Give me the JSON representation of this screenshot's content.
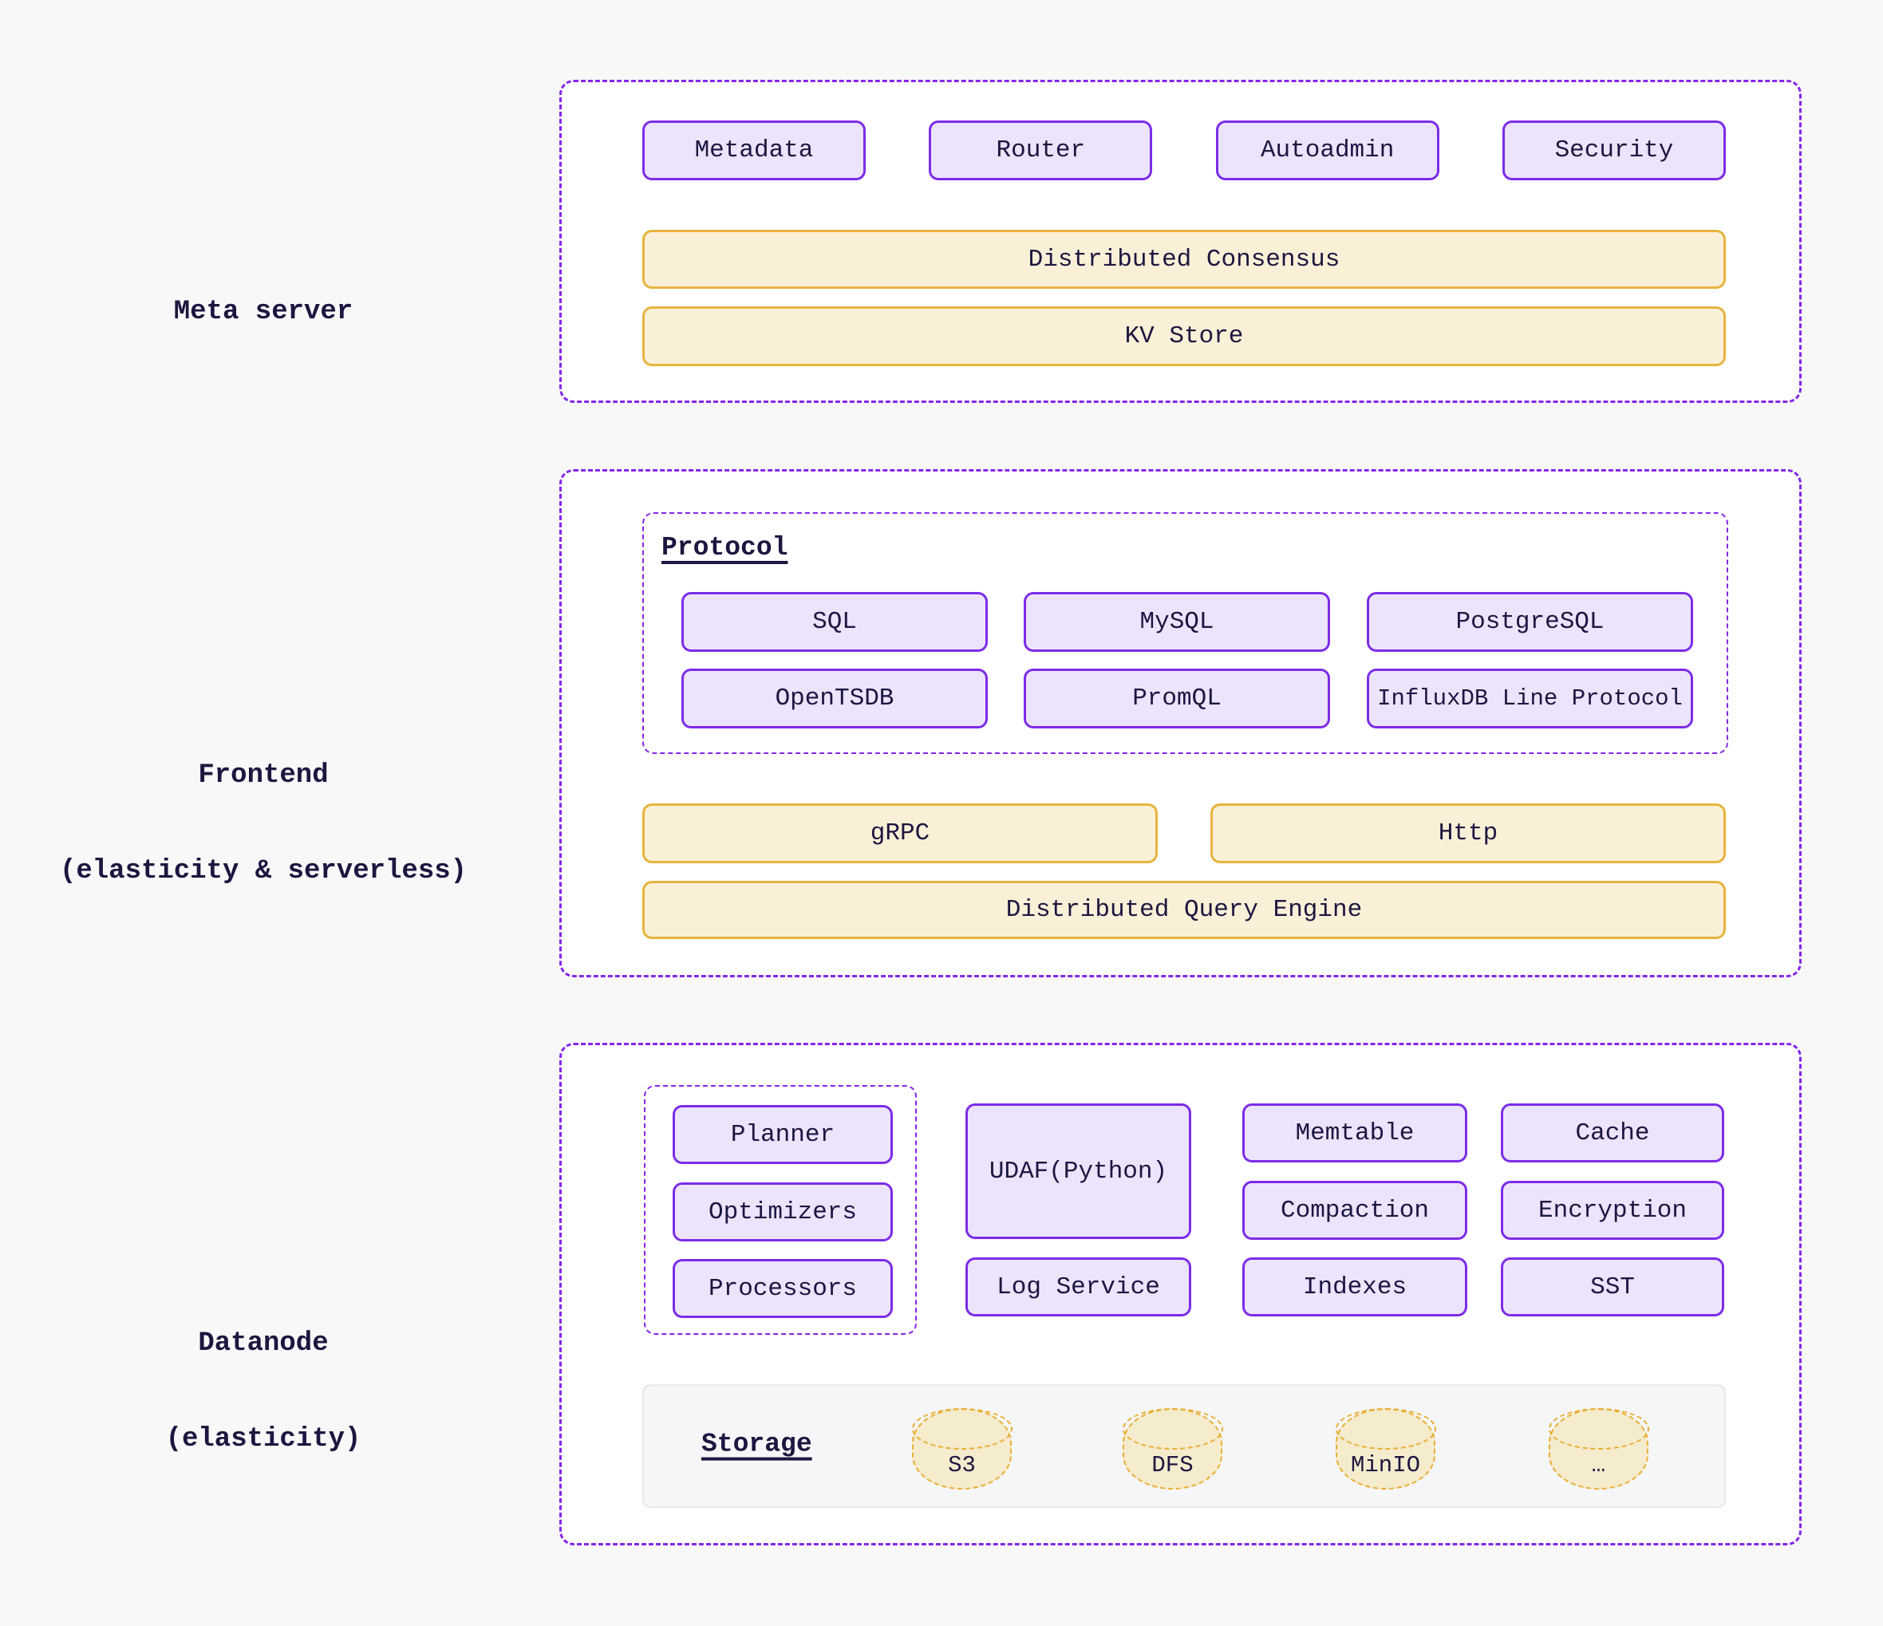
{
  "page": {
    "background": "#f8f8f8"
  },
  "colors": {
    "node_border": "#7c2ce8",
    "node_fill": "#ece3fc",
    "bar_border": "#e8b33e",
    "bar_fill": "#faf0d7",
    "dashed_outline": "#8526e9",
    "cylinder_border": "#e9ae33",
    "cylinder_fill": "#f5ebcd",
    "storage_panel_fill": "#f5f6f7",
    "storage_panel_border": "#e7e8ea",
    "text": "#1d1640"
  },
  "meta": {
    "label": "Meta server",
    "services": [
      "Metadata",
      "Router",
      "Autoadmin",
      "Security"
    ],
    "consensus": "Distributed Consensus",
    "kv_store": "KV Store"
  },
  "frontend": {
    "label_line1": "Frontend",
    "label_line2": "(elasticity & serverless)",
    "protocol_title": "Protocol",
    "protocols_row1": [
      "SQL",
      "MySQL",
      "PostgreSQL"
    ],
    "protocols_row2": [
      "OpenTSDB",
      "PromQL",
      "InfluxDB Line Protocol"
    ],
    "grpc": "gRPC",
    "http": "Http",
    "query_engine": "Distributed Query Engine"
  },
  "datanode": {
    "label_line1": "Datanode",
    "label_line2": "(elasticity)",
    "planning": [
      "Planner",
      "Optimizers",
      "Processors"
    ],
    "udaf": "UDAF(Python)",
    "log_service": "Log Service",
    "memtable": "Memtable",
    "compaction": "Compaction",
    "indexes": "Indexes",
    "cache": "Cache",
    "encryption": "Encryption",
    "sst": "SST",
    "storage_title": "Storage",
    "stores": [
      "S3",
      "DFS",
      "MinIO",
      "…"
    ]
  }
}
